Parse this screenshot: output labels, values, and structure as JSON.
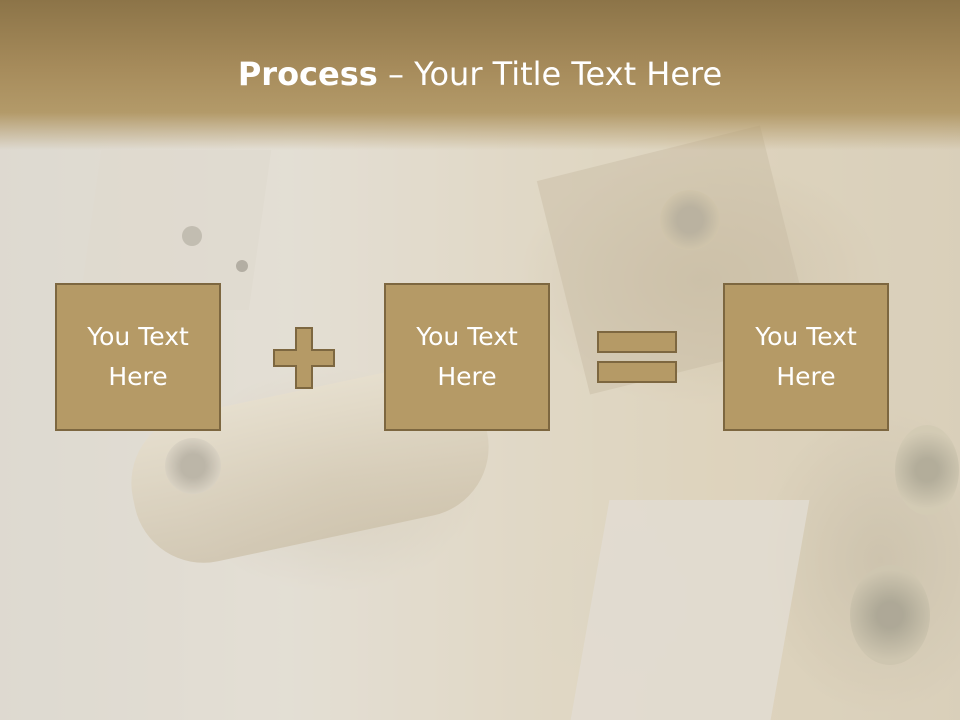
{
  "slide": {
    "title_bold": "Process",
    "title_dash": " – ",
    "title_rest": "Your Title Text Here"
  },
  "boxes": [
    {
      "line1": "You Text",
      "line2": "Here"
    },
    {
      "line1": "You Text",
      "line2": "Here"
    },
    {
      "line1": "You Text",
      "line2": "Here"
    }
  ],
  "operators": {
    "plus_icon": "plus-icon",
    "equals_icon": "equals-icon"
  },
  "colors": {
    "box_fill": "#b59a66",
    "box_border": "#7d6740",
    "title_band": "#a68b5b",
    "text": "#ffffff"
  }
}
